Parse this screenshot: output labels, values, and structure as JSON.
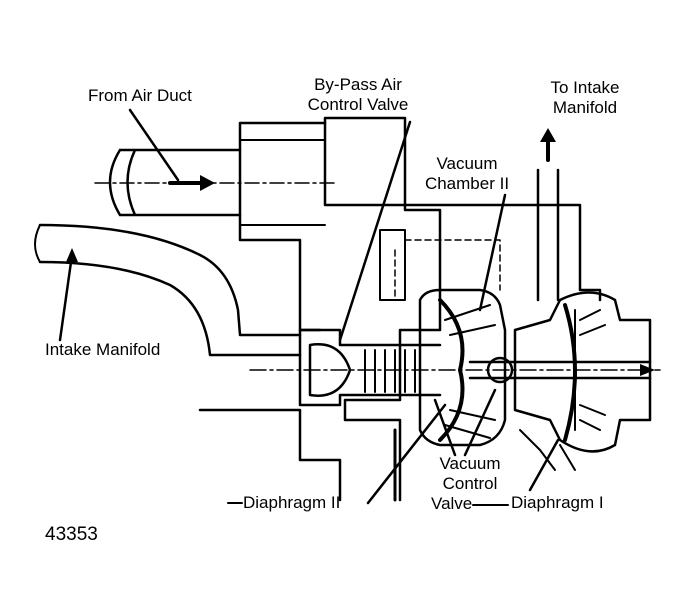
{
  "labels": {
    "from_air_duct": "From Air Duct",
    "bypass_line1": "By-Pass Air",
    "bypass_line2": "Control Valve",
    "to_intake_line1": "To Intake",
    "to_intake_line2": "Manifold",
    "vacuum_chamber_line1": "Vacuum",
    "vacuum_chamber_line2": "Chamber II",
    "intake_manifold": "Intake Manifold",
    "vacuum_control_line1": "Vacuum",
    "vacuum_control_line2": "Control",
    "vacuum_control_line3": "Valve",
    "diaphragm_2": "Diaphragm II",
    "diaphragm_1": "Diaphragm I",
    "figure_number": "43353"
  },
  "colors": {
    "ink": "#000000",
    "paper": "#ffffff"
  }
}
